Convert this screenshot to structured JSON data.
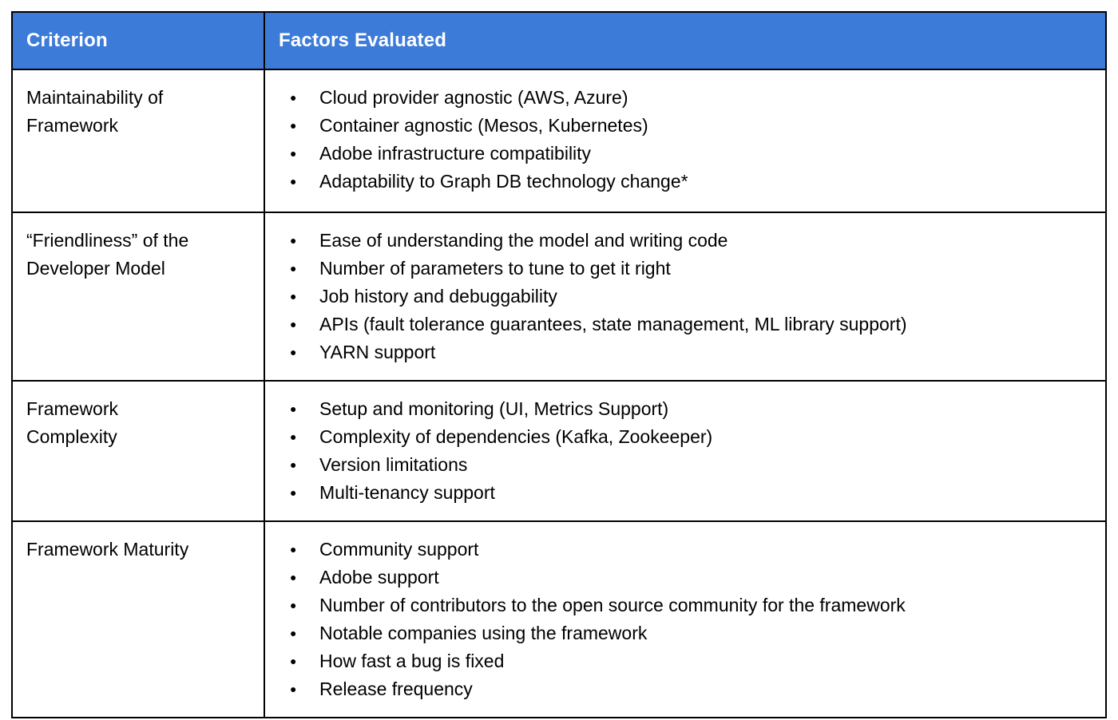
{
  "colors": {
    "header_background": "#3d7bd8",
    "header_text": "#ffffff",
    "body_text": "#000000",
    "border": "#000000",
    "page_background": "#ffffff"
  },
  "table": {
    "header": {
      "criterion": "Criterion",
      "factors": "Factors Evaluated"
    },
    "rows": [
      {
        "criterion": "Maintainability of\nFramework",
        "factors": [
          "Cloud provider agnostic (AWS, Azure)",
          "Container agnostic (Mesos, Kubernetes)",
          "Adobe infrastructure compatibility",
          "Adaptability to Graph DB technology change*"
        ]
      },
      {
        "criterion": "“Friendliness” of the\nDeveloper Model",
        "factors": [
          "Ease of understanding the model and writing code",
          "Number of parameters to tune to get it right",
          "Job history and debuggability",
          "APIs (fault tolerance guarantees, state management, ML library support)",
          "YARN support"
        ]
      },
      {
        "criterion": "Framework\nComplexity",
        "factors": [
          "Setup and monitoring (UI, Metrics Support)",
          "Complexity of dependencies (Kafka, Zookeeper)",
          "Version limitations",
          "Multi-tenancy support"
        ]
      },
      {
        "criterion": "Framework Maturity",
        "factors": [
          "Community support",
          "Adobe support",
          "Number of contributors to the open source community for the framework",
          "Notable companies using the framework",
          "How fast a bug is fixed",
          "Release frequency"
        ]
      }
    ]
  }
}
